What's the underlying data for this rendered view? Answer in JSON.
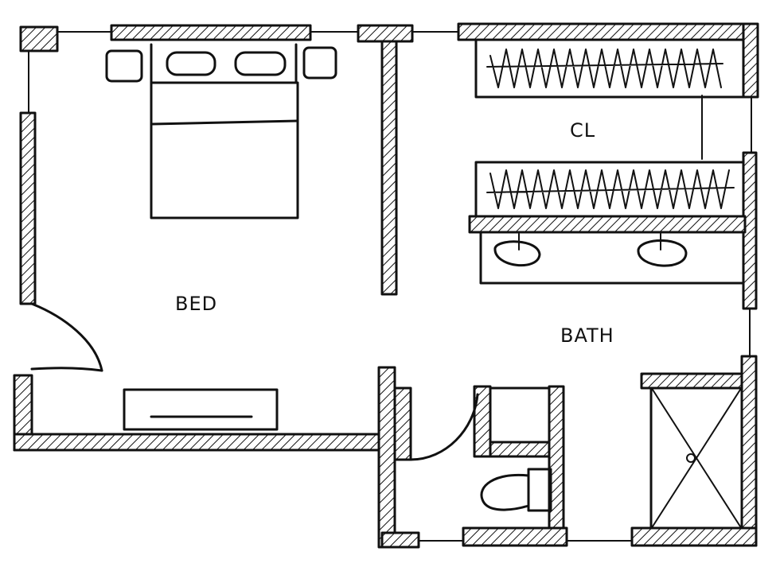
{
  "labels": {
    "bed": "BED",
    "closet": "CL",
    "bath": "BATH"
  },
  "colors": {
    "ink": "#111111",
    "paper": "#ffffff"
  }
}
